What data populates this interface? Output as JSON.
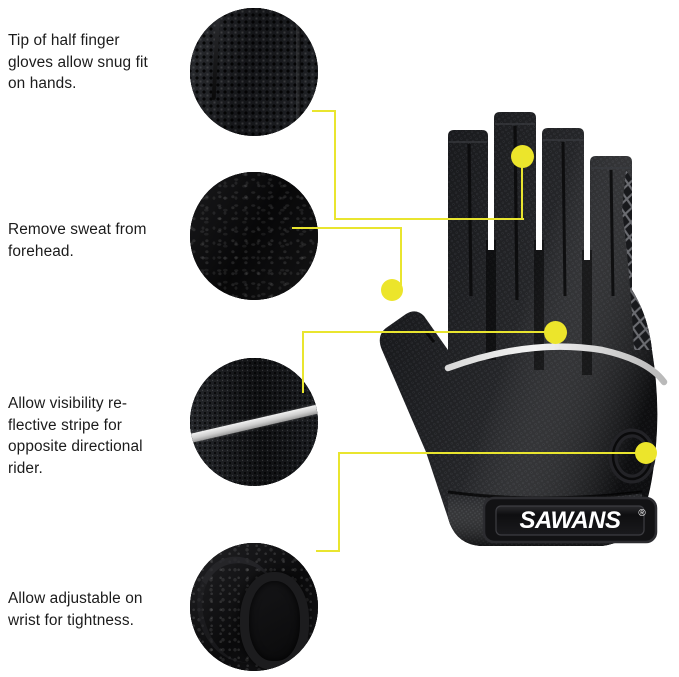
{
  "page": {
    "title": "SAWANS half finger cycling gloves feature callouts",
    "background_color": "#ffffff",
    "accent_color": "#ece52b",
    "text_color": "#1b1b1b"
  },
  "brand": {
    "name": "SAWANS",
    "trademark_symbol": "®"
  },
  "features": [
    {
      "id": "finger-tip",
      "caption": "Tip of half finger\ngloves allow snug fit\non hands.",
      "detail_texture": "mesh-fabric-fingertip",
      "dot_label": "callout-dot-fingertip"
    },
    {
      "id": "sweat-wipe",
      "caption": "Remove sweat from\nforehead.",
      "detail_texture": "terry-cloth-thumb-panel",
      "dot_label": "callout-dot-thumb"
    },
    {
      "id": "reflective-stripe",
      "caption": "Allow visibility re-\nflective stripe for\nopposite directional\nrider.",
      "detail_texture": "mesh-with-reflective-stripe",
      "dot_label": "callout-dot-reflective-stripe"
    },
    {
      "id": "wrist-strap",
      "caption": "Allow adjustable on\nwrist for tightness.",
      "detail_texture": "velcro-wrist-closure",
      "dot_label": "callout-dot-wrist-strap"
    }
  ],
  "product": {
    "type": "half-finger cycling glove",
    "body_color": "#16171a",
    "side_mesh_color": "#4a4b50",
    "reflective_stripe_color": "#e8e8e8",
    "label_background": "#111113",
    "label_text_color": "#ffffff"
  }
}
